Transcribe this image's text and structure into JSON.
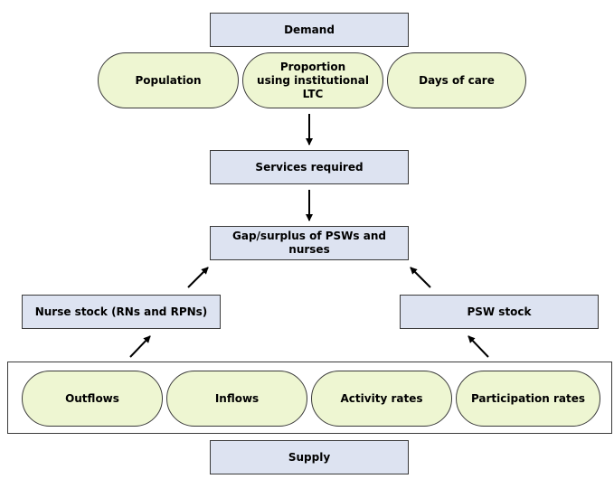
{
  "demand": {
    "title": "Demand",
    "components": [
      "Population",
      "Proportion\nusing institutional\nLTC",
      "Days of care"
    ]
  },
  "services_required": "Services required",
  "gap": "Gap/surplus of PSWs and nurses",
  "nurse_stock": "Nurse stock (RNs and RPNs)",
  "psw_stock": "PSW stock",
  "supply": {
    "title": "Supply",
    "components": [
      "Outflows",
      "Inflows",
      "Activity rates",
      "Participation rates"
    ]
  }
}
